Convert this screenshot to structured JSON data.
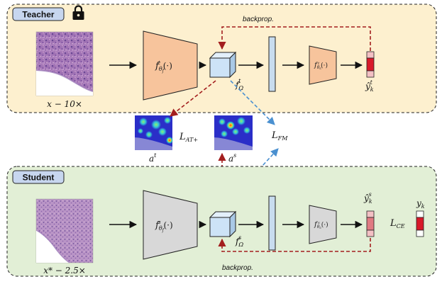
{
  "teacher": {
    "title": "Teacher",
    "input_caption": "x − 10×",
    "extractor_label": "f",
    "extractor_sub": "θ",
    "extractor_subsub": "f",
    "extractor_sup": "t",
    "extractor_arg": "(·)",
    "feature_label": "f",
    "feature_sub": "Ω",
    "feature_sup": "t",
    "classifier_label": "f",
    "classifier_sub": "θ",
    "classifier_subsub": "c",
    "classifier_sup": "t",
    "classifier_arg": "(·)",
    "output_label": "ŷ",
    "output_sub": "k",
    "output_sup": "t",
    "backprop_label": "backprop."
  },
  "student": {
    "title": "Student",
    "input_caption": "x* − 2.5×",
    "extractor_label": "f",
    "extractor_sub": "θ",
    "extractor_subsub": "f",
    "extractor_sup": "s",
    "extractor_arg": "(·)",
    "feature_label": "f",
    "feature_sub": "Ω",
    "feature_sup": "s",
    "classifier_label": "f",
    "classifier_sub": "θ",
    "classifier_subsub": "c",
    "classifier_sup": "s",
    "classifier_arg": "(·)",
    "output_label": "ŷ",
    "output_sub": "k",
    "output_sup": "s",
    "ce_loss": "L",
    "ce_loss_sub": "CE",
    "gt_label": "y",
    "gt_sub": "k",
    "backprop_label": "backprop."
  },
  "middle": {
    "at_loss": "L",
    "at_loss_sub": "AT+",
    "fm_loss": "L",
    "fm_loss_sub": "FM",
    "teacher_attention": "a",
    "teacher_attention_sup": "t",
    "student_attention": "a",
    "student_attention_sup": "s"
  },
  "colors": {
    "teacher_bg": "#fdf0cf",
    "student_bg": "#e2efd6",
    "title_badge": "#c7d6ef",
    "teacher_block": "#f7c49c",
    "student_block": "#d8d8d8",
    "feature_cube": "#cde3f7",
    "feature_bar": "#c8dcef",
    "backprop_arrow": "#a31e1e",
    "fm_arrow": "#4a90d0",
    "output_strong": "#d8192a",
    "output_light": "#f3c0c4",
    "icon": "#111111"
  }
}
